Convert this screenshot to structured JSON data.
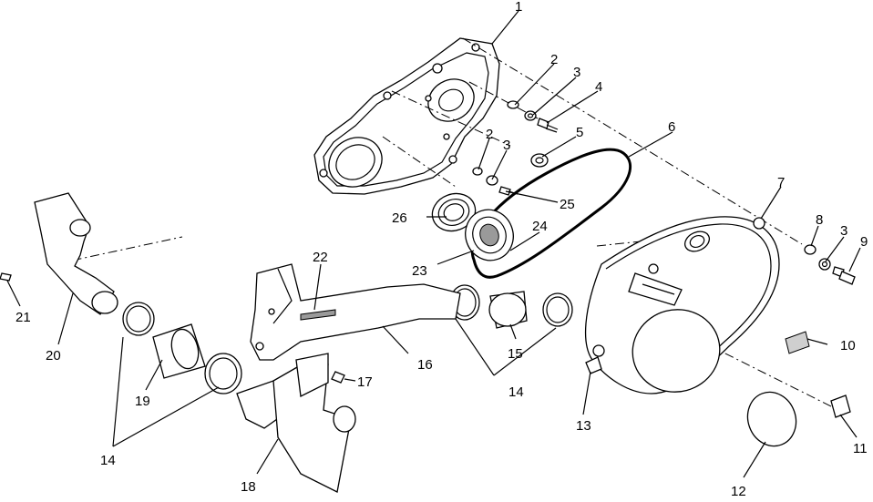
{
  "callouts": [
    {
      "id": "c1",
      "text": "1"
    },
    {
      "id": "c2a",
      "text": "2"
    },
    {
      "id": "c3a",
      "text": "3"
    },
    {
      "id": "c4",
      "text": "4"
    },
    {
      "id": "c5",
      "text": "5"
    },
    {
      "id": "c6",
      "text": "6"
    },
    {
      "id": "c2b",
      "text": "2"
    },
    {
      "id": "c3b",
      "text": "3"
    },
    {
      "id": "c7",
      "text": "7"
    },
    {
      "id": "c8",
      "text": "8"
    },
    {
      "id": "c3c",
      "text": "3"
    },
    {
      "id": "c9",
      "text": "9"
    },
    {
      "id": "c25",
      "text": "25"
    },
    {
      "id": "c26",
      "text": "26"
    },
    {
      "id": "c24",
      "text": "24"
    },
    {
      "id": "c22",
      "text": "22"
    },
    {
      "id": "c23",
      "text": "23"
    },
    {
      "id": "c21",
      "text": "21"
    },
    {
      "id": "c20",
      "text": "20"
    },
    {
      "id": "c16",
      "text": "16"
    },
    {
      "id": "c15",
      "text": "15"
    },
    {
      "id": "c17",
      "text": "17"
    },
    {
      "id": "c14a",
      "text": "14"
    },
    {
      "id": "c19",
      "text": "19"
    },
    {
      "id": "c14b",
      "text": "14"
    },
    {
      "id": "c13",
      "text": "13"
    },
    {
      "id": "c10",
      "text": "10"
    },
    {
      "id": "c11",
      "text": "11"
    },
    {
      "id": "c18",
      "text": "18"
    },
    {
      "id": "c12",
      "text": "12"
    }
  ]
}
